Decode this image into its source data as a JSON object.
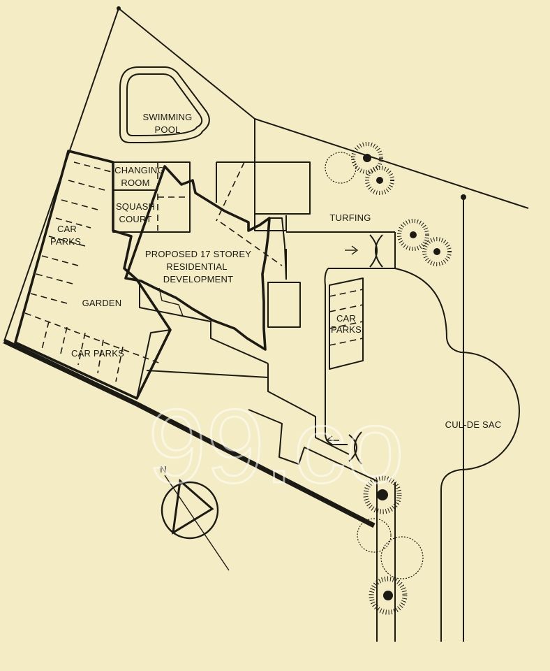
{
  "labels": {
    "swimming_pool_1": "SWIMMING",
    "swimming_pool_2": "POOL",
    "changing_room_1": "CHANGING",
    "changing_room_2": "ROOM",
    "squash_court_1": "SQUASH",
    "squash_court_2": "COURT",
    "car_parks_left_1": "CAR",
    "car_parks_left_2": "PARKS",
    "development_1": "PROPOSED 17 STOREY",
    "development_2": "RESIDENTIAL",
    "development_3": "DEVELOPMENT",
    "garden": "GARDEN",
    "car_parks_bottom": "CAR PARKS",
    "car_parks_right_1": "CAR",
    "car_parks_right_2": "PARKS",
    "turfing": "TURFING",
    "cul_de_sac": "CUL-DE SAC",
    "north": "N"
  },
  "watermark": "99.co",
  "colors": {
    "paper": "#f3ecc4",
    "ink": "#1b1a14"
  }
}
